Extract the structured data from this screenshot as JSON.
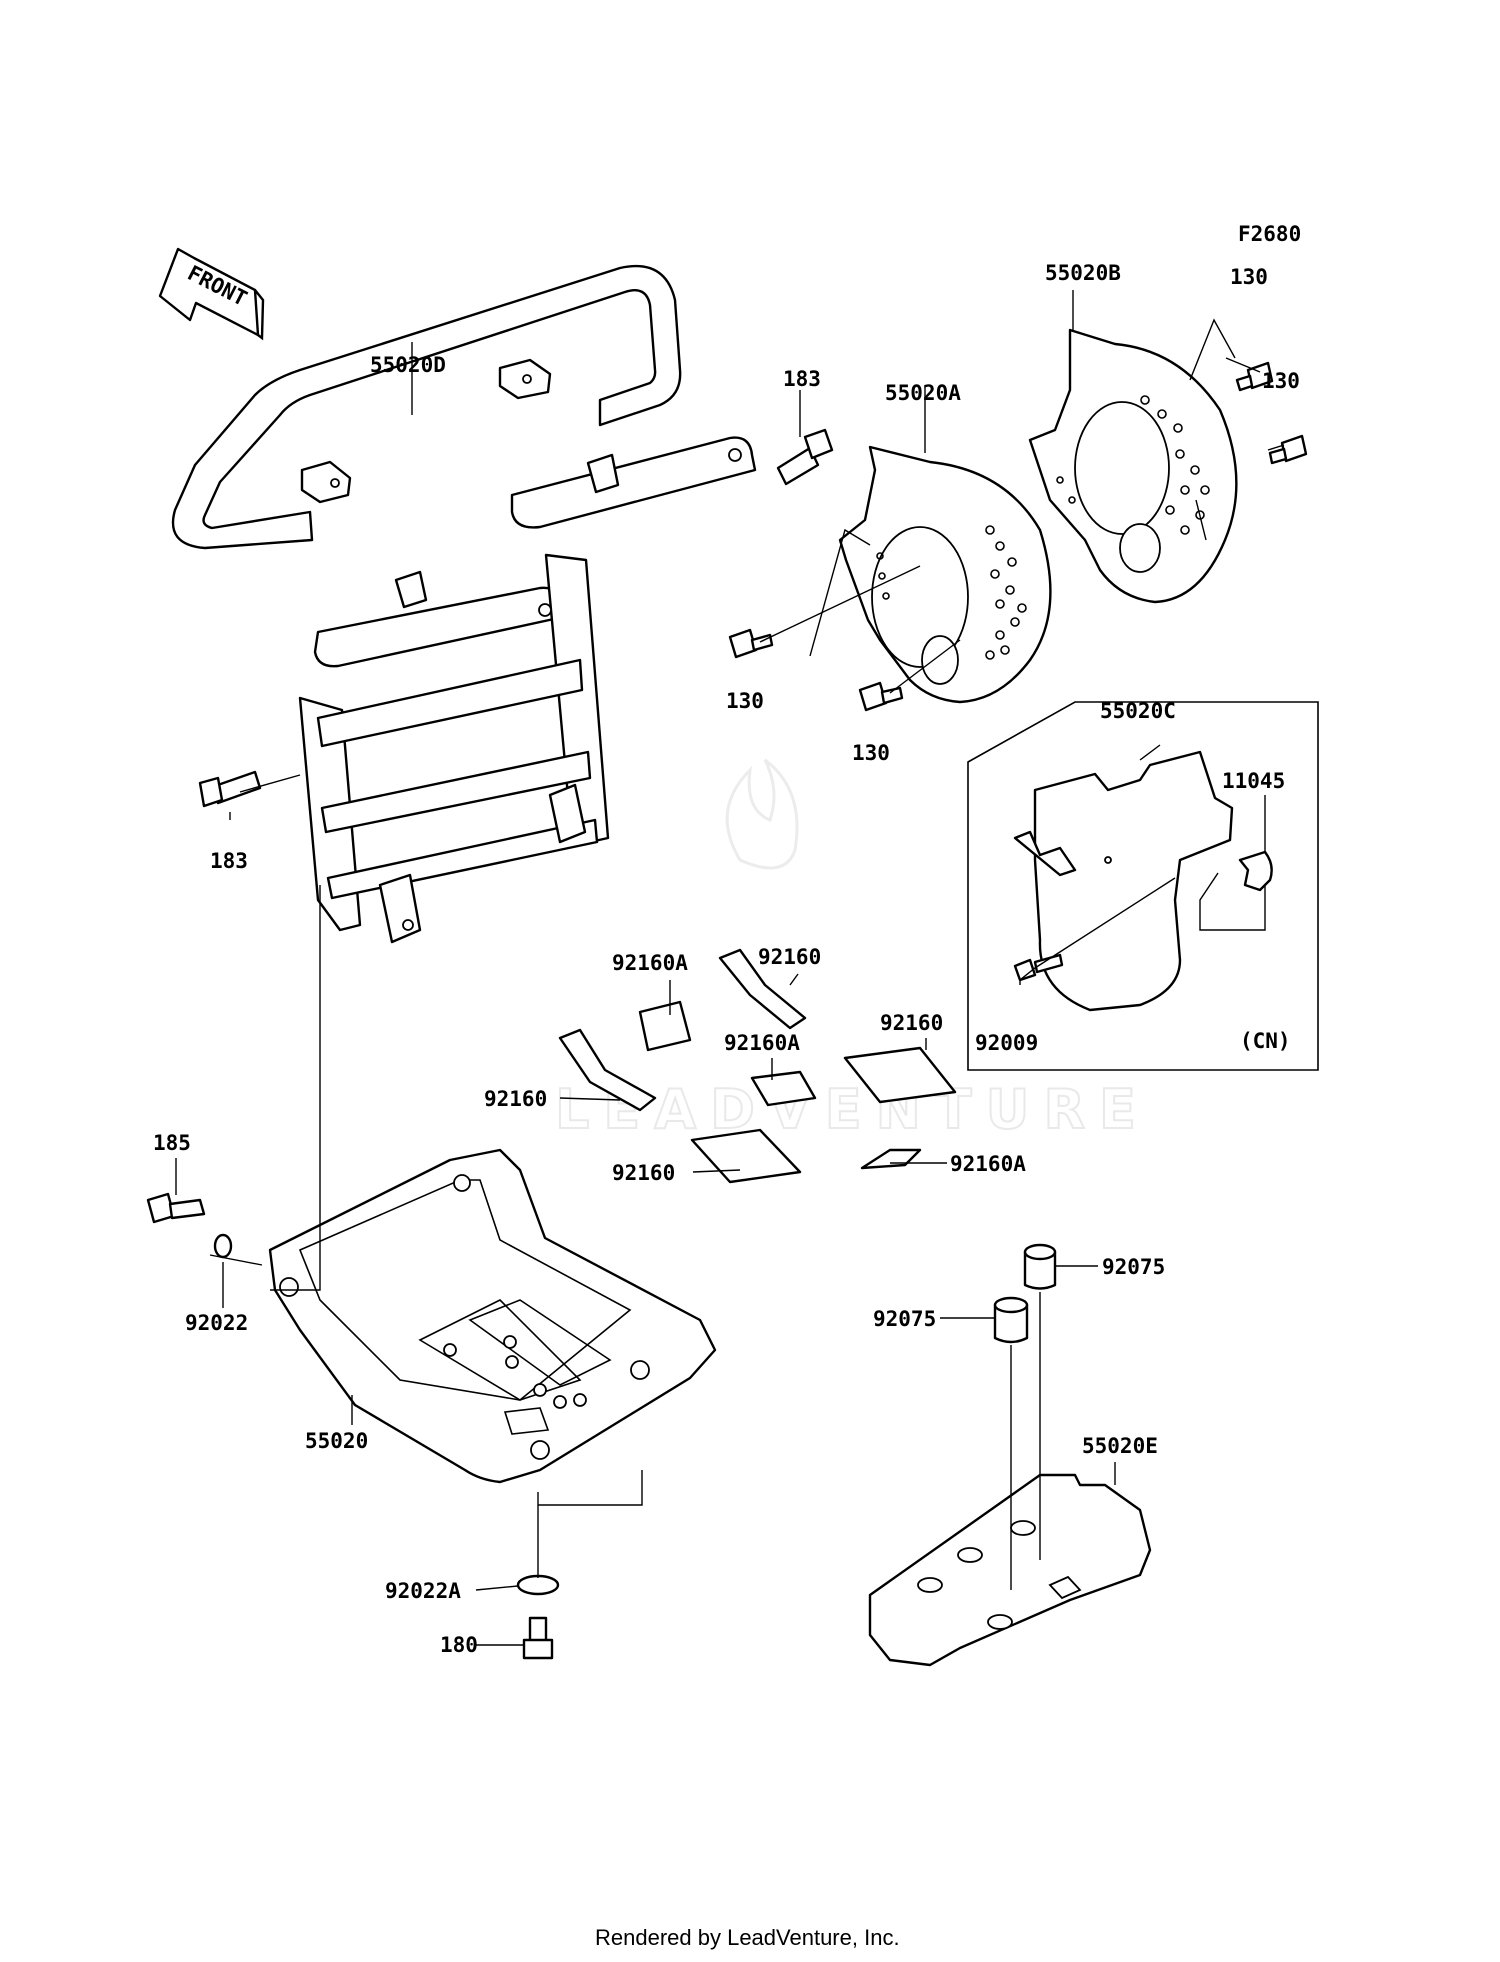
{
  "diagram_code": "F2680",
  "front_arrow_label": "FRONT",
  "watermark_text": "LEADVENTURE",
  "footer_text": "Rendered by LeadVenture, Inc.",
  "callouts": {
    "guard_front": "55020D",
    "bolt_183_top": "183",
    "bolt_183_left": "183",
    "cover_a": "55020A",
    "cover_b": "55020B",
    "bolt_130_a1": "130",
    "bolt_130_a2": "130",
    "bolt_130_b1": "130",
    "bolt_130_b2": "130",
    "cover_c": "55020C",
    "clamp": "11045",
    "screw": "92009",
    "region_note": "(CN)",
    "pad_92160a_1": "92160A",
    "pad_92160_1": "92160",
    "pad_92160a_2": "92160A",
    "pad_92160_2": "92160",
    "pad_92160_3": "92160",
    "pad_92160_4": "92160",
    "pad_92160a_3": "92160A",
    "bolt_185": "185",
    "washer_92022": "92022",
    "skid_plate": "55020",
    "washer_92022a": "92022A",
    "bolt_180": "180",
    "damper_1": "92075",
    "damper_2": "92075",
    "plate_e": "55020E"
  }
}
